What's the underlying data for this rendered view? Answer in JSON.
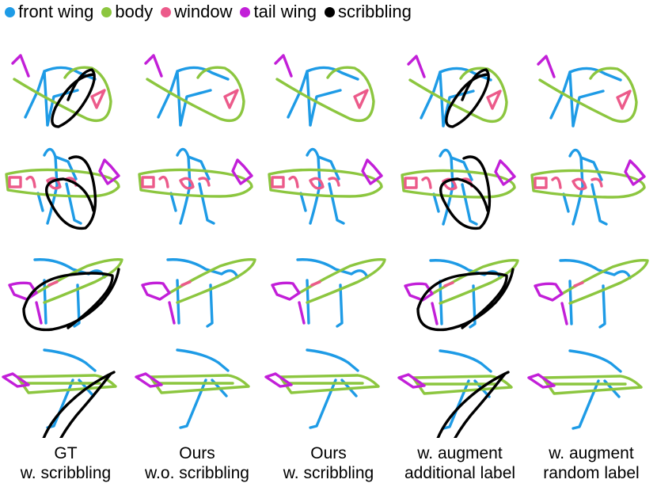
{
  "legend": [
    {
      "label": "front wing",
      "color": "#1e9be6"
    },
    {
      "label": "body",
      "color": "#8cc63f"
    },
    {
      "label": "window",
      "color": "#ec5a8a"
    },
    {
      "label": "tail wing",
      "color": "#c21fd8"
    },
    {
      "label": "scribbling",
      "color": "#000000"
    }
  ],
  "columns": [
    {
      "line1": "GT",
      "line2": "w. scribbling"
    },
    {
      "line1": "Ours",
      "line2": "w.o. scribbling"
    },
    {
      "line1": "Ours",
      "line2": "w. scribbling"
    },
    {
      "line1": "w. augment",
      "line2": "additional label"
    },
    {
      "line1": "w. augment",
      "line2": "random label"
    }
  ],
  "sketches": [
    [
      "front wing",
      "body",
      "window",
      "tail wing",
      "scribbling"
    ],
    [
      "front wing",
      "body",
      "window",
      "tail wing"
    ],
    [
      "front wing",
      "body",
      "window",
      "tail wing"
    ],
    [
      "front wing",
      "body",
      "window",
      "tail wing",
      "scribbling"
    ],
    [
      "front wing",
      "body",
      "window",
      "tail wing"
    ]
  ]
}
